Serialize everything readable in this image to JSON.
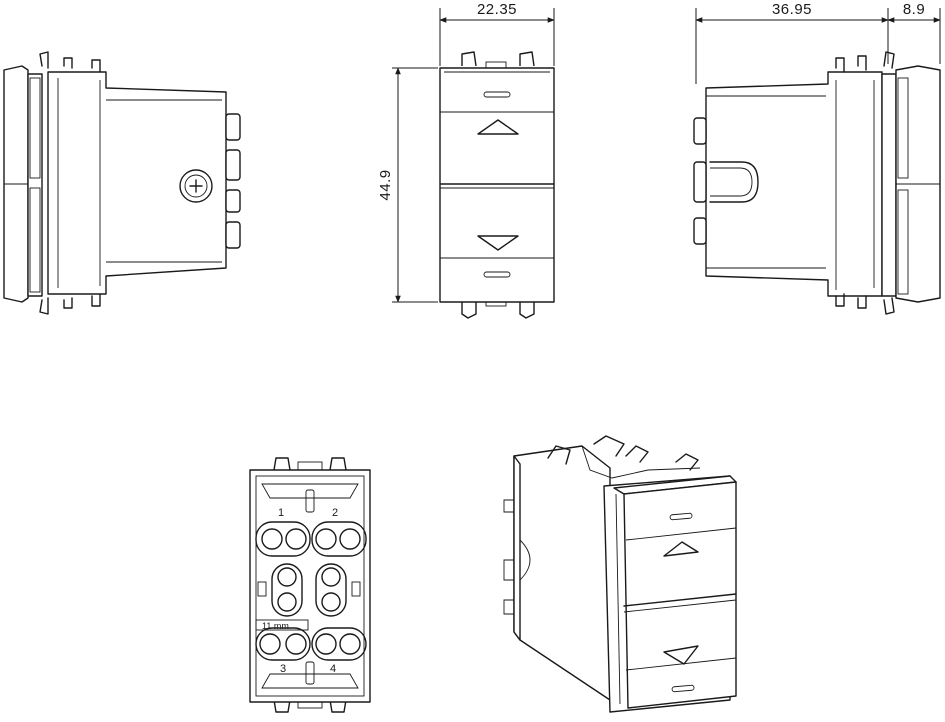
{
  "dimensions": {
    "front_width": "22.35",
    "front_height": "44.9",
    "side_depth": "36.95",
    "side_flange": "8.9"
  },
  "terminals": {
    "t1": "1",
    "t2": "2",
    "t3": "3",
    "t4": "4",
    "strip_label": "11 mm"
  },
  "icons": [
    "arrow-up-icon",
    "arrow-down-icon",
    "screw-icon"
  ]
}
